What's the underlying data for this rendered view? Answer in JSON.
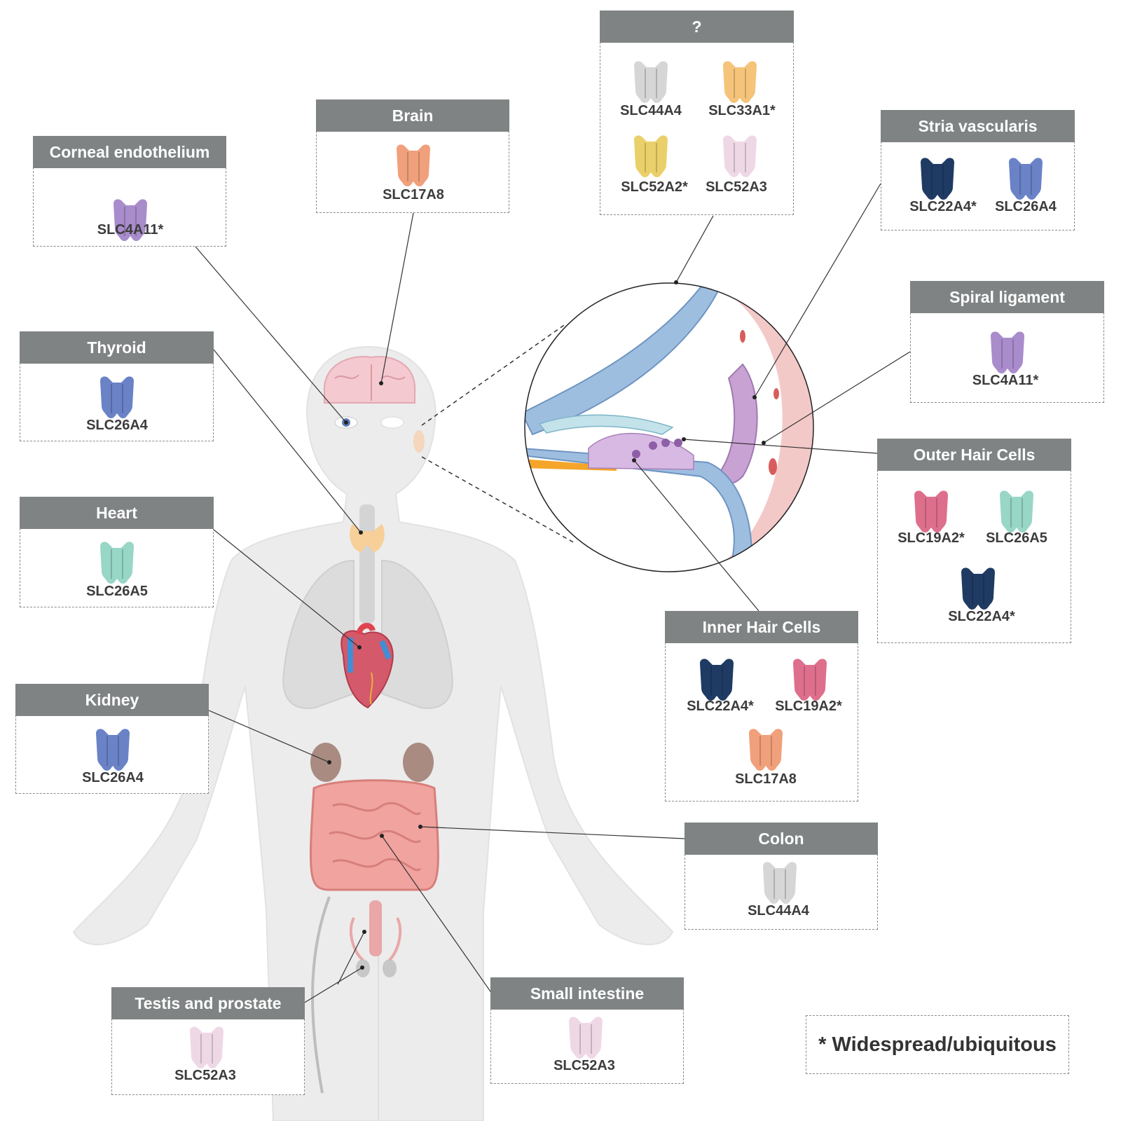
{
  "colors": {
    "header_bg": "#7f8383",
    "SLC4A11": "#a98ccc",
    "SLC17A8": "#f0a07a",
    "SLC26A4": "#6a82c6",
    "SLC26A5": "#98d6c6",
    "SLC22A4": "#1f3b63",
    "SLC19A2": "#de6f8c",
    "SLC44A4": "#d6d6d6",
    "SLC33A1": "#f5c47a",
    "SLC52A2": "#ead06a",
    "SLC52A3": "#efd8e6"
  },
  "legend": {
    "text": "* Widespread/ubiquitous"
  },
  "panels": [
    {
      "id": "corneal",
      "title": "Corneal endothelium",
      "items": [
        {
          "label": "SLC4A11*",
          "color": "#a98ccc"
        }
      ]
    },
    {
      "id": "brain",
      "title": "Brain",
      "items": [
        {
          "label": "SLC17A8",
          "color": "#f0a07a"
        }
      ]
    },
    {
      "id": "unknown",
      "title": "?",
      "items": [
        {
          "label": "SLC44A4",
          "color": "#d6d6d6"
        },
        {
          "label": "SLC33A1*",
          "color": "#f5c47a"
        },
        {
          "label": "SLC52A2*",
          "color": "#ead06a"
        },
        {
          "label": "SLC52A3",
          "color": "#efd8e6"
        }
      ]
    },
    {
      "id": "stria",
      "title": "Stria vascularis",
      "items": [
        {
          "label": "SLC22A4*",
          "color": "#1f3b63"
        },
        {
          "label": "SLC26A4",
          "color": "#6a82c6"
        }
      ]
    },
    {
      "id": "spiral",
      "title": "Spiral ligament",
      "items": [
        {
          "label": "SLC4A11*",
          "color": "#a98ccc"
        }
      ]
    },
    {
      "id": "thyroid",
      "title": "Thyroid",
      "items": [
        {
          "label": "SLC26A4",
          "color": "#6a82c6"
        }
      ]
    },
    {
      "id": "heart",
      "title": "Heart",
      "items": [
        {
          "label": "SLC26A5",
          "color": "#98d6c6"
        }
      ]
    },
    {
      "id": "outer",
      "title": "Outer Hair Cells",
      "items": [
        {
          "label": "SLC19A2*",
          "color": "#de6f8c"
        },
        {
          "label": "SLC26A5",
          "color": "#98d6c6"
        },
        {
          "label": "SLC22A4*",
          "color": "#1f3b63"
        }
      ]
    },
    {
      "id": "inner",
      "title": "Inner Hair Cells",
      "items": [
        {
          "label": "SLC22A4*",
          "color": "#1f3b63"
        },
        {
          "label": "SLC19A2*",
          "color": "#de6f8c"
        },
        {
          "label": "SLC17A8",
          "color": "#f0a07a"
        }
      ]
    },
    {
      "id": "kidney",
      "title": "Kidney",
      "items": [
        {
          "label": "SLC26A4",
          "color": "#6a82c6"
        }
      ]
    },
    {
      "id": "colon",
      "title": "Colon",
      "items": [
        {
          "label": "SLC44A4",
          "color": "#d6d6d6"
        }
      ]
    },
    {
      "id": "small",
      "title": "Small intestine",
      "items": [
        {
          "label": "SLC52A3",
          "color": "#efd8e6"
        }
      ]
    },
    {
      "id": "testis",
      "title": "Testis and prostate",
      "items": [
        {
          "label": "SLC52A3",
          "color": "#efd8e6"
        }
      ]
    }
  ]
}
